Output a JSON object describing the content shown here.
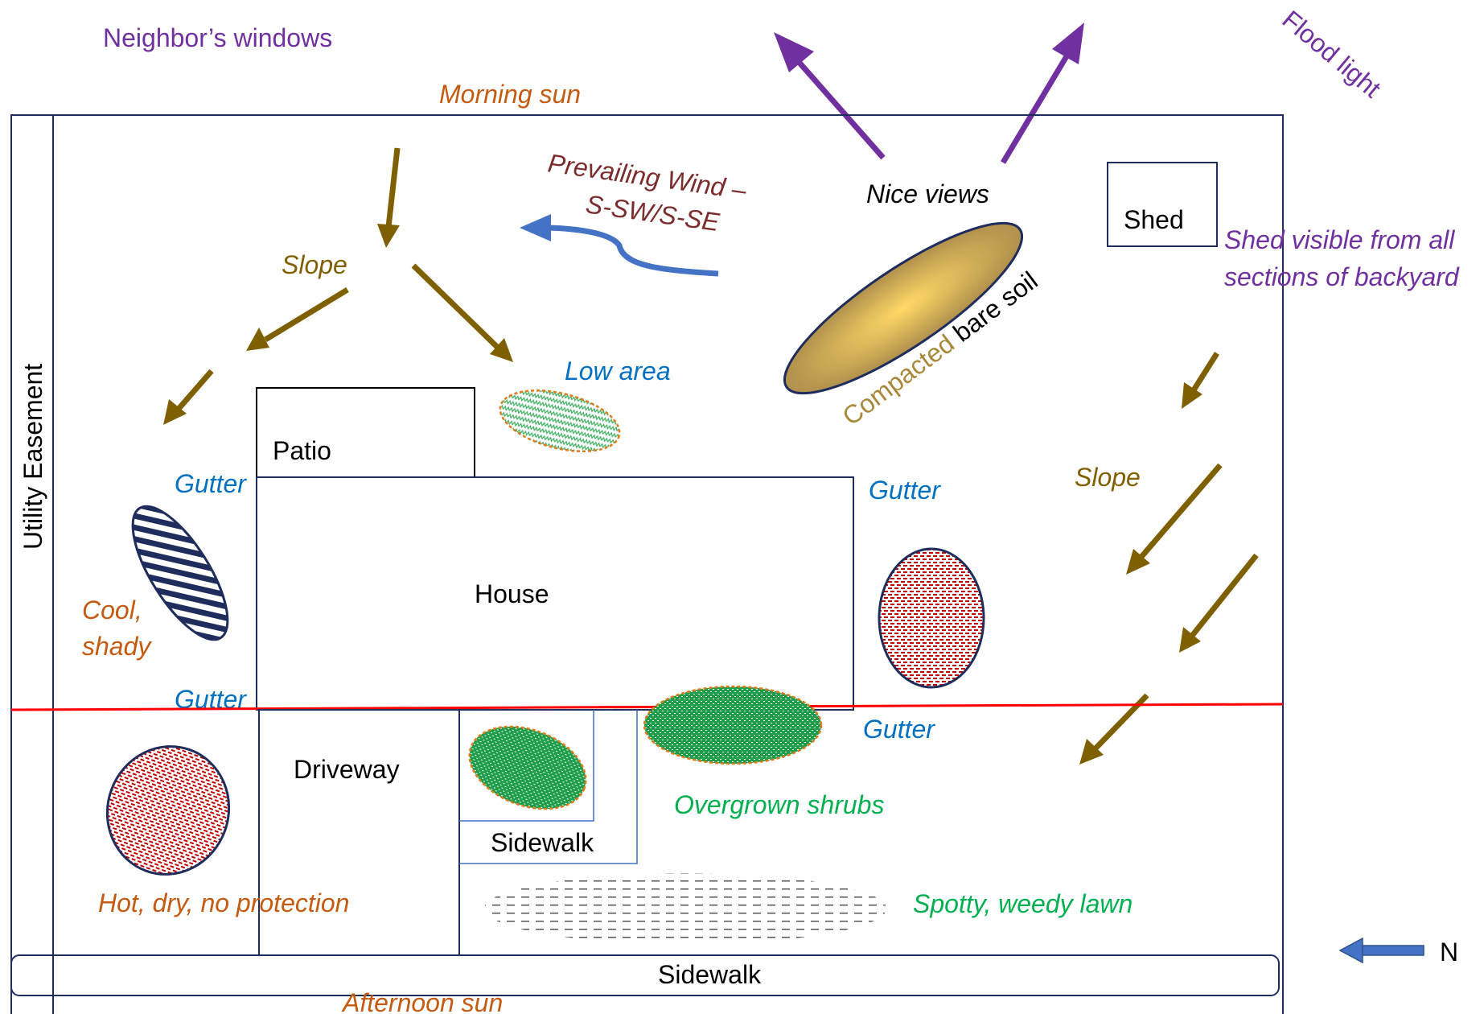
{
  "colors": {
    "purple": "#7030A0",
    "orange_text": "#C55A11",
    "blue_text": "#0070C0",
    "olive": "#7F6000",
    "olive_text": "#806000",
    "maroon": "#7B2C2C",
    "green_text": "#00B050",
    "green_fill": "#1E9E4A",
    "red_line": "#FF0000",
    "navy": "#1F2D5C",
    "wind_blue": "#4472C4",
    "black": "#000000"
  },
  "labels": {
    "neighbors_windows": "Neighbor’s windows",
    "flood_light": "Flood light",
    "morning_sun": "Morning sun",
    "prevailing_wind_1": "Prevailing Wind –",
    "prevailing_wind_2": "S-SW/S-SE",
    "nice_views": "Nice views",
    "shed": "Shed",
    "shed_visible_1": "Shed visible from all",
    "shed_visible_2": "sections of backyard",
    "slope_upper": "Slope",
    "slope_right": "Slope",
    "compacted": "Compacted",
    "bare_soil": " bare soil",
    "low_area": "Low area",
    "utility_easement": "Utility Easement",
    "patio": "Patio",
    "gutter_top_left": "Gutter",
    "gutter_top_right": "Gutter",
    "gutter_bottom_left": "Gutter",
    "gutter_bottom_right": "Gutter",
    "house": "House",
    "cool_1": "Cool,",
    "cool_2": "shady",
    "driveway": "Driveway",
    "overgrown_shrubs": "Overgrown shrubs",
    "sidewalk_walk": "Sidewalk",
    "hot_dry": "Hot, dry, no protection",
    "spotty_lawn": "Spotty, weedy lawn",
    "sidewalk_bottom": "Sidewalk",
    "afternoon_sun": "Afternoon sun",
    "north": "N"
  },
  "icons": {
    "compass": "north-arrow-icon"
  }
}
